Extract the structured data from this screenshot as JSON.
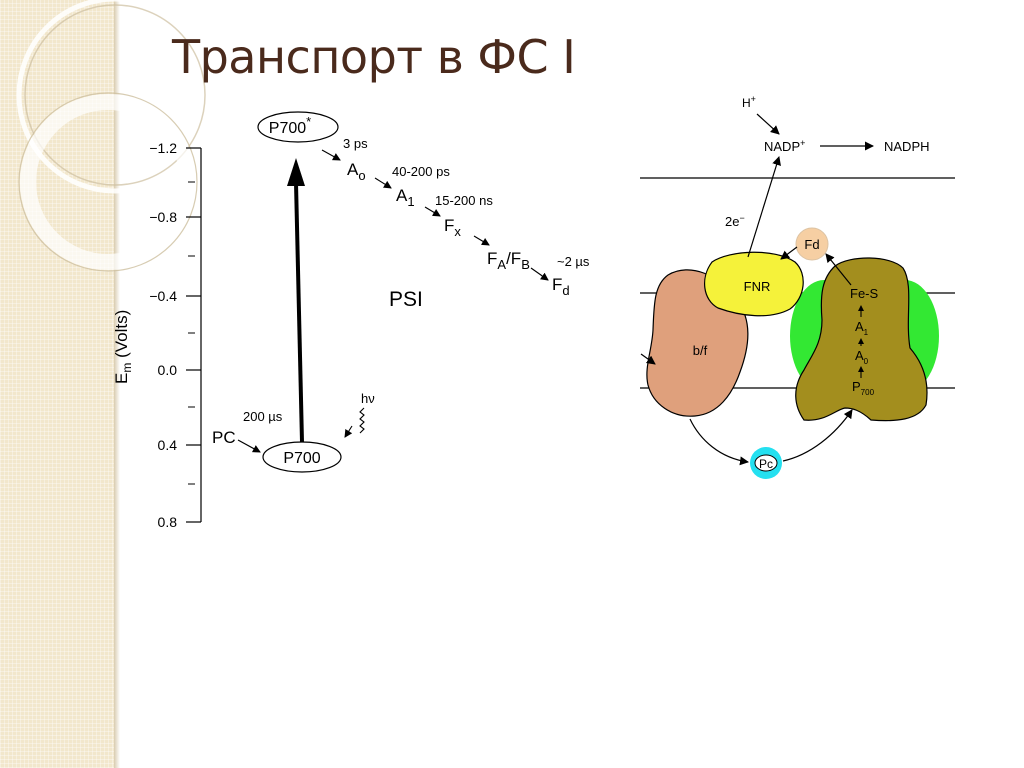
{
  "slide": {
    "title": "Транспорт в ФС I"
  },
  "energy_diagram": {
    "axis_label": "E",
    "axis_label_sub": "m",
    "axis_label_rest": " (Volts)",
    "ticks": [
      "−1.2",
      "−0.8",
      "−0.4",
      "0.0",
      "0.4",
      "0.8"
    ],
    "p700_star": "P700",
    "p700_star_sup": "*",
    "p700": "P700",
    "pc": "PC",
    "pc_time": "200 µs",
    "light": "hν",
    "psi": "PSI",
    "t_a0": "3 ps",
    "a0": "A",
    "a0_sub": "o",
    "t_a1": "40-200 ps",
    "a1": "A",
    "a1_sub": "1",
    "t_fx": "15-200 ns",
    "fx": "F",
    "fx_sub": "x",
    "fa": "F",
    "fa_sub": "A",
    "slash": "/",
    "fb": "F",
    "fb_sub": "B",
    "t_fd": "~2 µs",
    "fd": "F",
    "fd_sub": "d"
  },
  "membrane_diagram": {
    "h_plus": "H",
    "h_plus_sup": "+",
    "nadp": "NADP",
    "nadp_sup": "+",
    "nadph": "NADPH",
    "two_e": "2e",
    "two_e_sup": "−",
    "fd": "Fd",
    "fnr": "FNR",
    "bf": "b/f",
    "fes": "Fe-S",
    "a1": "A",
    "a1_sub": "1",
    "a0": "A",
    "a0_sub": "0",
    "p700": "P",
    "p700_sub": "700",
    "pc": "Pc",
    "colors": {
      "bf": "#dfa07c",
      "fnr": "#f5f23a",
      "fd": "#f6cfa3",
      "psi": "#a38e1e",
      "antenna": "#33e833",
      "pc": "#24e0f0"
    }
  }
}
